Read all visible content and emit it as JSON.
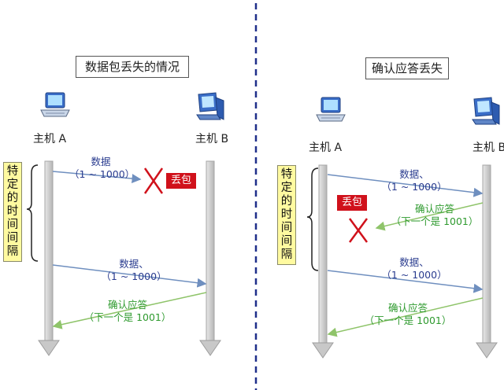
{
  "left": {
    "title": "数据包丢失的情况",
    "host_a": "主机 A",
    "host_b": "主机 B",
    "interval_chars": [
      "特",
      "定",
      "的",
      "时",
      "间",
      "间",
      "隔"
    ],
    "msg1_line1": "数据",
    "msg1_line2": "（1 ~ 1000）",
    "lost_tag": "丢包",
    "msg2_line1": "数据、",
    "msg2_line2": "（1 ~ 1000）",
    "ack_line1": "确认应答",
    "ack_line2": "（下一个是 1001）"
  },
  "right": {
    "title": "确认应答丢失",
    "host_a": "主机 A",
    "host_b": "主机 B",
    "interval_chars": [
      "特",
      "定",
      "的",
      "时",
      "间",
      "间",
      "隔"
    ],
    "msg1_line1": "数据、",
    "msg1_line2": "（1 ~ 1000）",
    "lost_tag": "丢包",
    "ack1_line1": "确认应答",
    "ack1_line2": "（下一个是 1001）",
    "msg2_line1": "数据、",
    "msg2_line2": "（1 ~ 1000）",
    "ack2_line1": "确认应答",
    "ack2_line2": "（下一个是 1001）"
  },
  "colors": {
    "blue_text": "#2a3c8f",
    "green_text": "#2e9a2e",
    "data_arrow": "#6f8fbf",
    "ack_arrow": "#8fc46a",
    "loss": "#d0111b",
    "divider": "#1f2f8a",
    "interval_box": "#fffaa0"
  }
}
